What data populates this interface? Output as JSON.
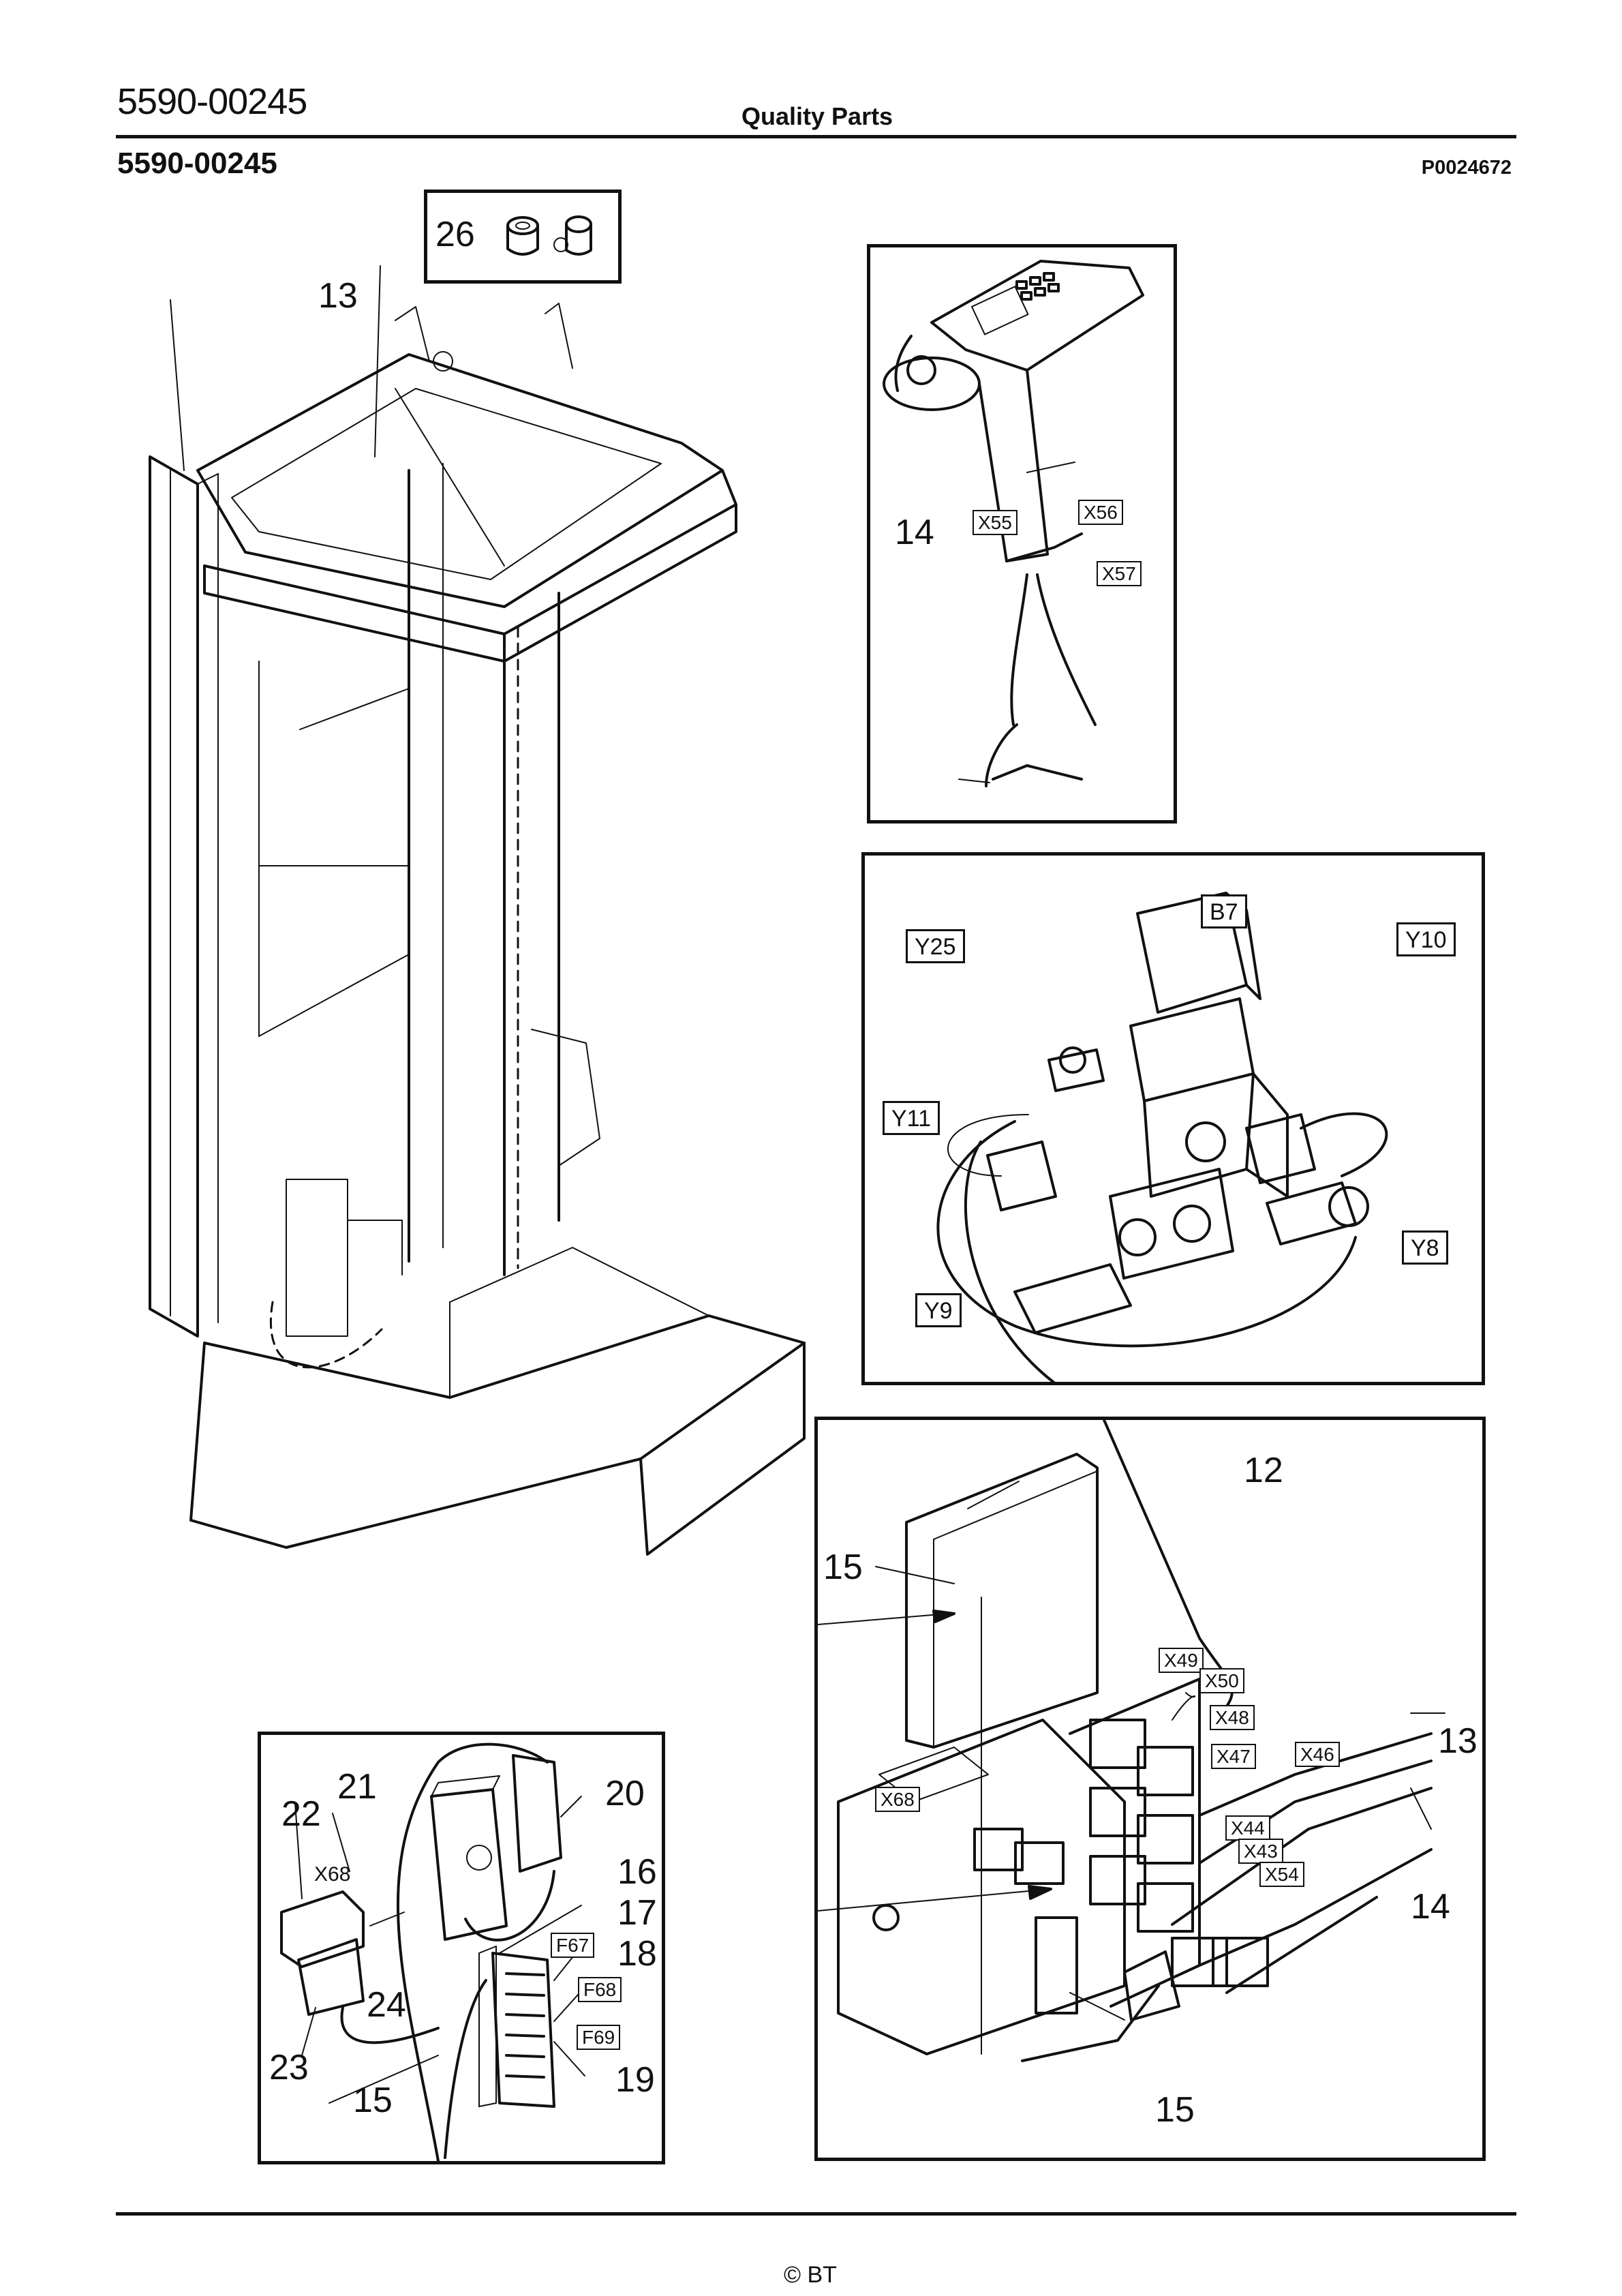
{
  "header": {
    "doc_number": "5590-00245",
    "title": "Quality Parts",
    "sub_number": "5590-00245",
    "figure_id": "P0024672"
  },
  "footer": {
    "copyright": "© BT"
  },
  "main_view": {
    "callouts": [
      "26",
      "13"
    ]
  },
  "tiller_view": {
    "callouts": [
      "14"
    ],
    "connectors": [
      "X55",
      "X56",
      "X57"
    ]
  },
  "valve_view": {
    "tags": [
      "B7",
      "Y25",
      "Y10",
      "Y11",
      "Y8",
      "Y9"
    ]
  },
  "control_box_view": {
    "callouts": [
      "12",
      "15",
      "13",
      "14",
      "15"
    ],
    "connectors": [
      "X49",
      "X50",
      "X48",
      "X47",
      "X46",
      "X44",
      "X43",
      "X54"
    ],
    "box_label": "X68"
  },
  "detail_view": {
    "callouts": [
      "21",
      "20",
      "22",
      "16",
      "17",
      "18",
      "24",
      "23",
      "15",
      "19"
    ],
    "connector_label": "X68",
    "fuses": [
      "F67",
      "F68",
      "F69"
    ]
  }
}
